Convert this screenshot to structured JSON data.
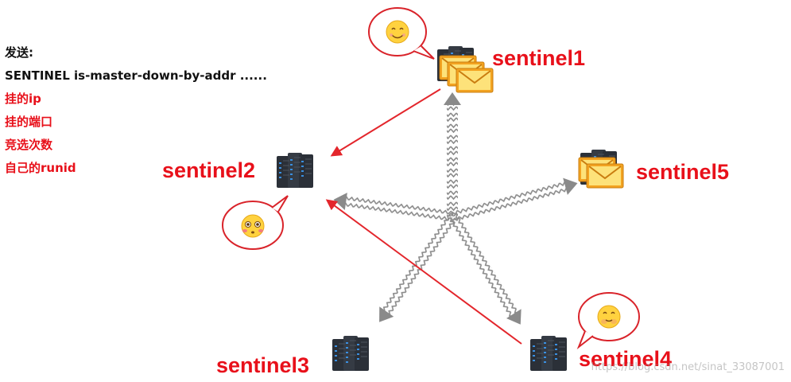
{
  "info": {
    "heading": "发送:",
    "command": "SENTINEL is-master-down-by-addr ......",
    "items": [
      "挂的ip",
      "挂的端口",
      "竞选次数",
      "自己的runid"
    ]
  },
  "nodes": {
    "sentinel1": "sentinel1",
    "sentinel2": "sentinel2",
    "sentinel3": "sentinel3",
    "sentinel4": "sentinel4",
    "sentinel5": "sentinel5"
  },
  "watermark": "https://blog.csdn.net/sinat_33087001",
  "colors": {
    "label_red": "#e8101a",
    "arrow_red": "#e3262c",
    "server_dark": "#2b3038",
    "server_led": "#3a8fe0",
    "envelope_orange": "#f3a321",
    "envelope_yellow": "#fde27a",
    "zigzag_gray": "#8a8a8a"
  },
  "icons": {
    "bubble1": "smile-emoji-icon",
    "bubble2": "blush-emoji-icon",
    "bubble4": "giggle-emoji-icon",
    "message": "envelope-icon",
    "server": "server-icon"
  }
}
